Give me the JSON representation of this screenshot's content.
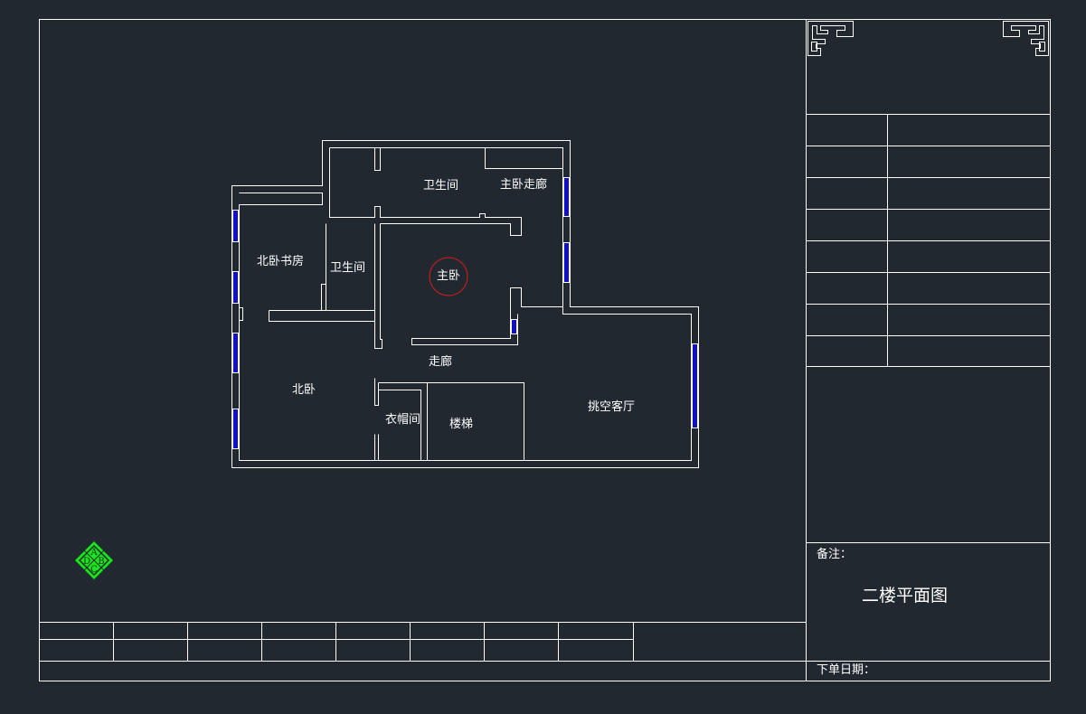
{
  "rooms": {
    "bathroom_top": "卫生间",
    "master_corridor": "主卧走廊",
    "north_study": "北卧书房",
    "bathroom_mid": "卫生间",
    "master_bedroom": "主卧",
    "corridor": "走廊",
    "north_bedroom": "北卧",
    "cloakroom": "衣帽间",
    "stairs": "楼梯",
    "living_room": "挑空客厅"
  },
  "title_block": {
    "remarks_label": "备注：",
    "drawing_title": "二楼平面图",
    "order_date_label": "下单日期："
  },
  "logo": {
    "letters": [
      "A",
      "B",
      "C",
      "D"
    ]
  },
  "colors": {
    "background": "#212830",
    "lines": "#ffffff",
    "windows": "#1010c8",
    "master_marker": "#e01818",
    "logo": "#19e619"
  }
}
